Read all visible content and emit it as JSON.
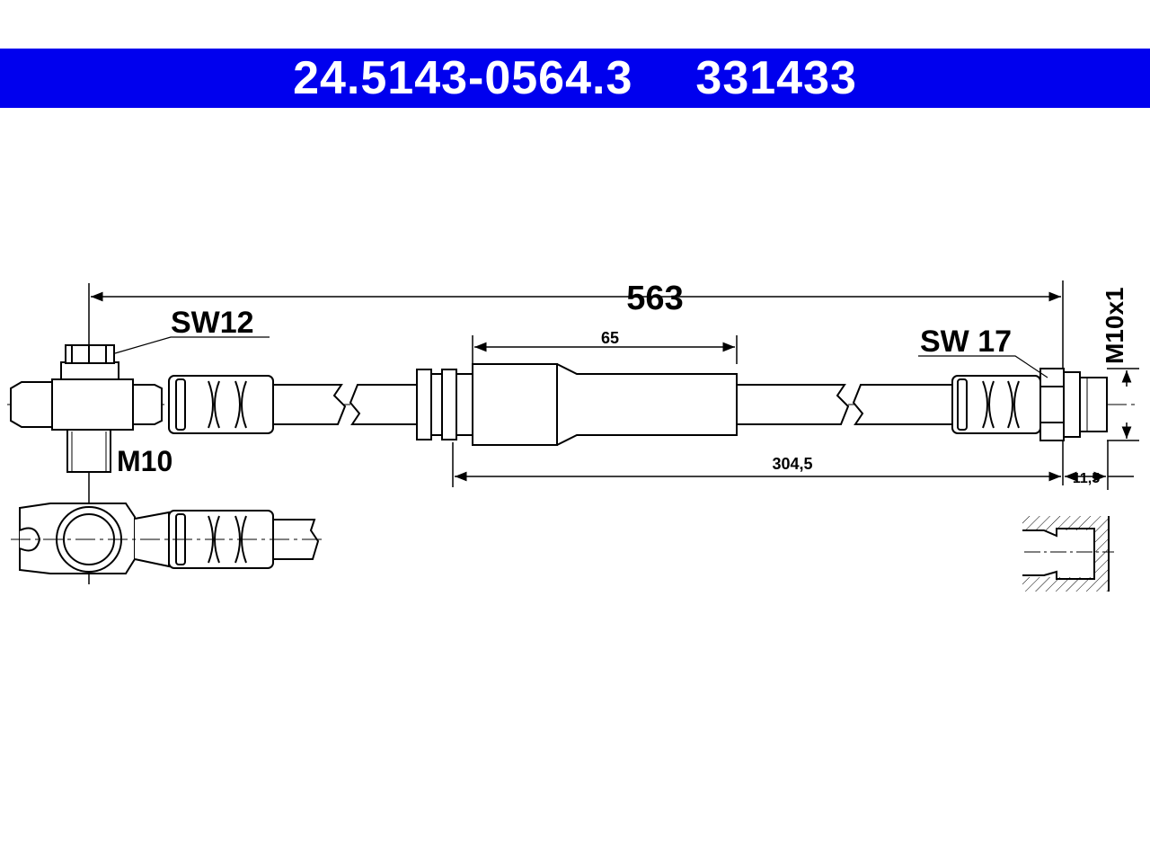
{
  "header": {
    "part_number": "24.5143-0564.3",
    "ref_number": "331433",
    "bar_color": "#0000ee"
  },
  "dimensions": {
    "overall_length": "563",
    "sleeve_length": "65",
    "sleeve_to_end": "304,5",
    "thread_length": "11,5"
  },
  "labels": {
    "left_wrench": "SW12",
    "left_thread": "M10",
    "right_wrench": "SW 17",
    "right_thread": "M10x1"
  }
}
